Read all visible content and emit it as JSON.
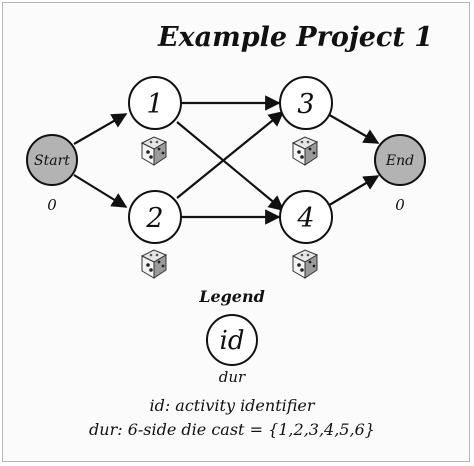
{
  "title": "Example Project 1",
  "nodes": {
    "start": {
      "label": "Start",
      "duration": "0"
    },
    "n1": {
      "label": "1"
    },
    "n2": {
      "label": "2"
    },
    "n3": {
      "label": "3"
    },
    "n4": {
      "label": "4"
    },
    "end": {
      "label": "End",
      "duration": "0"
    }
  },
  "dice": [
    "die-icon",
    "die-icon",
    "die-icon",
    "die-icon"
  ],
  "legend": {
    "title": "Legend",
    "node_id": "id",
    "node_dur": "dur",
    "line1": "id: activity identifier",
    "line2": "dur: 6-side die cast = {1,2,3,4,5,6}"
  },
  "edges": [
    [
      "start",
      "1"
    ],
    [
      "start",
      "2"
    ],
    [
      "1",
      "3"
    ],
    [
      "1",
      "4"
    ],
    [
      "2",
      "3"
    ],
    [
      "2",
      "4"
    ],
    [
      "3",
      "end"
    ],
    [
      "4",
      "end"
    ]
  ],
  "colors": {
    "terminal_fill": "#b3b3b3",
    "node_fill": "#ffffff",
    "stroke": "#111111"
  }
}
